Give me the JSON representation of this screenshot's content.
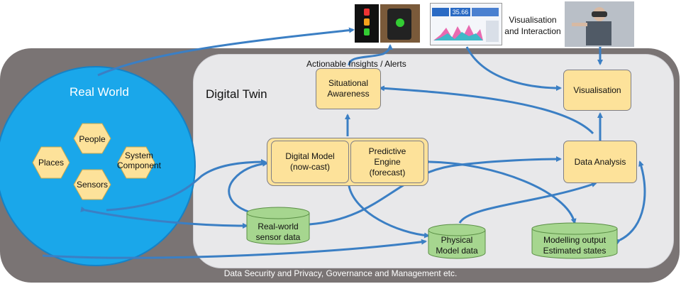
{
  "real_world": {
    "title": "Real World",
    "hexes": [
      "People",
      "Places",
      "System Component",
      "Sensors"
    ]
  },
  "digital_twin": {
    "title": "Digital Twin"
  },
  "boxes": {
    "situational_awareness": "Situational Awareness",
    "visualisation": "Visualisation",
    "digital_model": "Digital Model (now-cast)",
    "predictive_engine": "Predictive Engine (forecast)",
    "data_analysis": "Data Analysis"
  },
  "cylinders": {
    "sensor_data": "Real-world sensor data",
    "physical_model": "Physical Model data",
    "modelling_output": "Modelling output Estimated states"
  },
  "labels": {
    "actionable": "Actionable Insights / Alerts",
    "vis_interaction": "Visualisation and Interaction",
    "dashboard_value": "35.66",
    "footer": "Data Security and Privacy, Governance and Management etc."
  },
  "colors": {
    "arrow": "#3b7fc4",
    "box_fill": "#fde29a",
    "cylinder_fill": "#a6d68f",
    "world": "#1aa7ea",
    "hex": "#fde29a"
  },
  "icons": [
    "traffic-light",
    "smartphone",
    "dashboard",
    "vr-headset"
  ]
}
